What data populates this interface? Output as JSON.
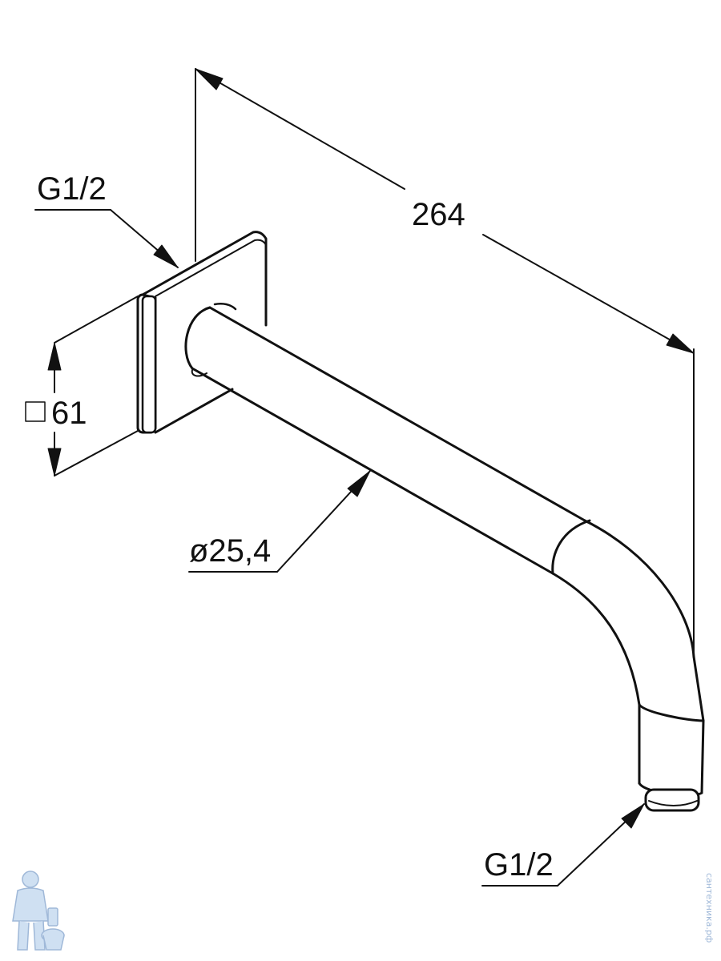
{
  "drawing": {
    "dimensions": {
      "length": "264",
      "square_size": "61",
      "pipe_diameter": "ø25,4"
    },
    "threads": {
      "wall_connection": "G1/2",
      "outlet_connection": "G1/2"
    },
    "watermark": "сантехника.рф"
  },
  "colors": {
    "line": "#111111",
    "background": "#ffffff",
    "watermark": "#9fb8d8"
  }
}
